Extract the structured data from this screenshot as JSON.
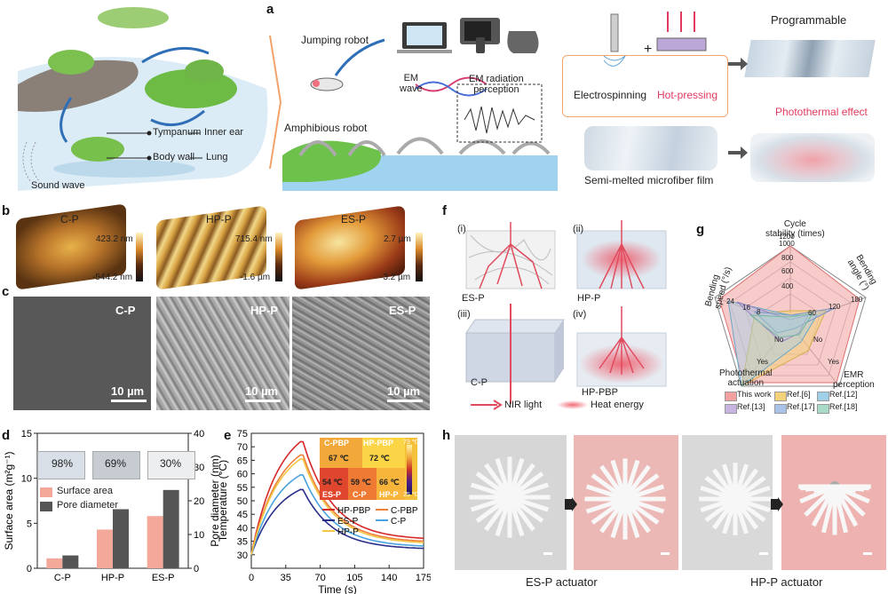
{
  "panels": {
    "a": {
      "label": "a",
      "tympanum": "Tympanum",
      "inner_ear": "Inner ear",
      "body_wall": "Body wall",
      "lung": "Lung",
      "sound_wave": "Sound wave",
      "jumping_robot": "Jumping robot",
      "em_wave": "EM\nwave",
      "em_radiation": "EM radiation\nperception",
      "amphibious_robot": "Amphibious robot",
      "electrospinning": "Electrospinning",
      "hot_pressing": "Hot-pressing",
      "plus": "+",
      "programmable": "Programmable",
      "photothermal_effect": "Photothermal effect",
      "semi_melted": "Semi-melted microfiber film"
    },
    "b": {
      "label": "b",
      "items": [
        {
          "name": "C-P",
          "max": "423.2 nm",
          "min": "-544.2 nm"
        },
        {
          "name": "HP-P",
          "max": "715.4 nm",
          "min": "-1.6 µm"
        },
        {
          "name": "ES-P",
          "max": "2.7 µm",
          "min": "-3.2 µm"
        }
      ]
    },
    "c": {
      "label": "c",
      "items": [
        {
          "name": "C-P",
          "scale": "10 µm"
        },
        {
          "name": "HP-P",
          "scale": "10 µm"
        },
        {
          "name": "ES-P",
          "scale": "10 µm"
        }
      ]
    },
    "f": {
      "label": "f",
      "sub": [
        "(i)",
        "(ii)",
        "(iii)",
        "(iv)"
      ],
      "names": [
        "ES-P",
        "HP-P",
        "C-P",
        "HP-PBP"
      ],
      "legend_nir": "NIR light",
      "legend_heat": "Heat energy"
    },
    "g": {
      "label": "g",
      "axes": [
        "Cycle\nstability (times)",
        "Bending\nangle (°)",
        "EMR\nperception",
        "Photothermal\nactuation",
        "Bending\nspeed (°/s)"
      ],
      "cycle_ticks": [
        "400",
        "600",
        "800",
        "1000",
        "1200"
      ],
      "angle_ticks": [
        "60",
        "120",
        "180"
      ],
      "speed_ticks": [
        "8",
        "16",
        "24"
      ],
      "yes_no": [
        "No",
        "Yes",
        "No",
        "Yes"
      ],
      "legend": [
        "This work",
        "Ref.[6]",
        "Ref.[12]",
        "Ref.[13]",
        "Ref.[17]",
        "Ref.[18]"
      ],
      "colors": [
        "#f2a0a0",
        "#f3d27a",
        "#9fd0e8",
        "#c8b4e0",
        "#a8c2e8",
        "#a8dcc8"
      ]
    },
    "h": {
      "label": "h",
      "caption_left": "ES-P actuator",
      "caption_right": "HP-P actuator"
    },
    "d": {
      "label": "d",
      "transparency": [
        "98%",
        "69%",
        "30%"
      ],
      "legend": [
        "Surface area",
        "Pore diameter"
      ]
    },
    "e": {
      "label": "e",
      "inset": {
        "labels": [
          "C-PBP",
          "HP-PBP",
          "ES-P",
          "C-P",
          "HP-P"
        ],
        "temps": [
          "67 ℃",
          "72 ℃",
          "54 ℃",
          "59 ℃",
          "66 ℃"
        ],
        "scale_max": "73 ℃",
        "scale_min": "25 ℃"
      }
    }
  },
  "chart_data": [
    {
      "panel": "d",
      "type": "bar",
      "categories": [
        "C-P",
        "HP-P",
        "ES-P"
      ],
      "series": [
        {
          "name": "Surface area",
          "values": [
            1.1,
            4.3,
            5.8
          ],
          "axis": "left",
          "color": "#f4a89a"
        },
        {
          "name": "Pore diameter",
          "values": [
            3.8,
            17.5,
            23.2
          ],
          "axis": "right",
          "color": "#555555"
        }
      ],
      "ylabel": "Surface area (m²g⁻¹)",
      "ylabel_right": "Pore diameter (nm)",
      "ylim": [
        0,
        15
      ],
      "ylim_right": [
        0,
        40
      ],
      "yticks": [
        0,
        5,
        10,
        15
      ],
      "yticks_right": [
        0,
        10,
        20,
        30,
        40
      ]
    },
    {
      "panel": "e",
      "type": "line",
      "xlabel": "Time (s)",
      "ylabel": "Temperature (°C)",
      "xlim": [
        0,
        175
      ],
      "ylim": [
        25,
        75
      ],
      "xticks": [
        0,
        35,
        70,
        105,
        140,
        175
      ],
      "yticks": [
        30,
        35,
        40,
        45,
        50,
        55,
        60,
        65,
        70,
        75
      ],
      "peak_time": 52,
      "start_temp": 30,
      "series": [
        {
          "name": "HP-PBP",
          "peak": 72.5,
          "end": 35.5,
          "color": "#d62728"
        },
        {
          "name": "C-PBP",
          "peak": 67.5,
          "end": 34.5,
          "color": "#f07f3a"
        },
        {
          "name": "ES-P",
          "peak": 54.5,
          "end": 32.0,
          "color": "#2b2f8c"
        },
        {
          "name": "C-P",
          "peak": 60.0,
          "end": 32.8,
          "color": "#4aa3df"
        },
        {
          "name": "HP-P",
          "peak": 66.0,
          "end": 34.0,
          "color": "#f3c744"
        }
      ]
    }
  ]
}
